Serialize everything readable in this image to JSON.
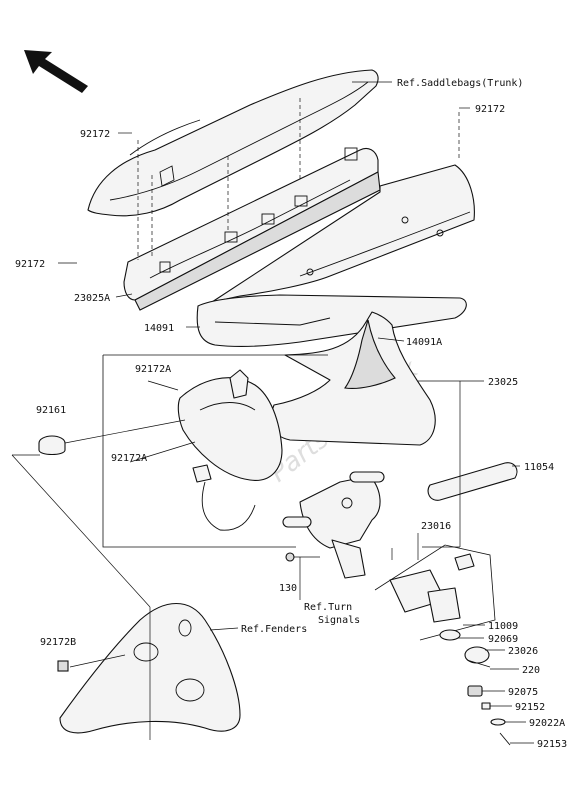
{
  "diagram": {
    "direction_indicator": "front-arrow-icon",
    "watermark": "PartsRepublik",
    "labels": {
      "ref_saddlebags": "Ref.Saddlebags(Trunk)",
      "p92172_left": "92172",
      "p92172_right": "92172",
      "p92172_side": "92172",
      "p23025A": "23025A",
      "p14091": "14091",
      "p14091A": "14091A",
      "p23025": "23025",
      "p92172A_top": "92172A",
      "p92172A_bottom": "92172A",
      "p92161": "92161",
      "p11054": "11054",
      "p23016": "23016",
      "p130": "130",
      "ref_turn_signals_1": "Ref.Turn",
      "ref_turn_signals_2": "Signals",
      "p11009": "11009",
      "p92069": "92069",
      "p23026": "23026",
      "p220": "220",
      "ref_fenders": "Ref.Fenders",
      "p92172B": "92172B",
      "p92075": "92075",
      "p92152": "92152",
      "p92022A": "92022A",
      "p92153": "92153"
    }
  }
}
